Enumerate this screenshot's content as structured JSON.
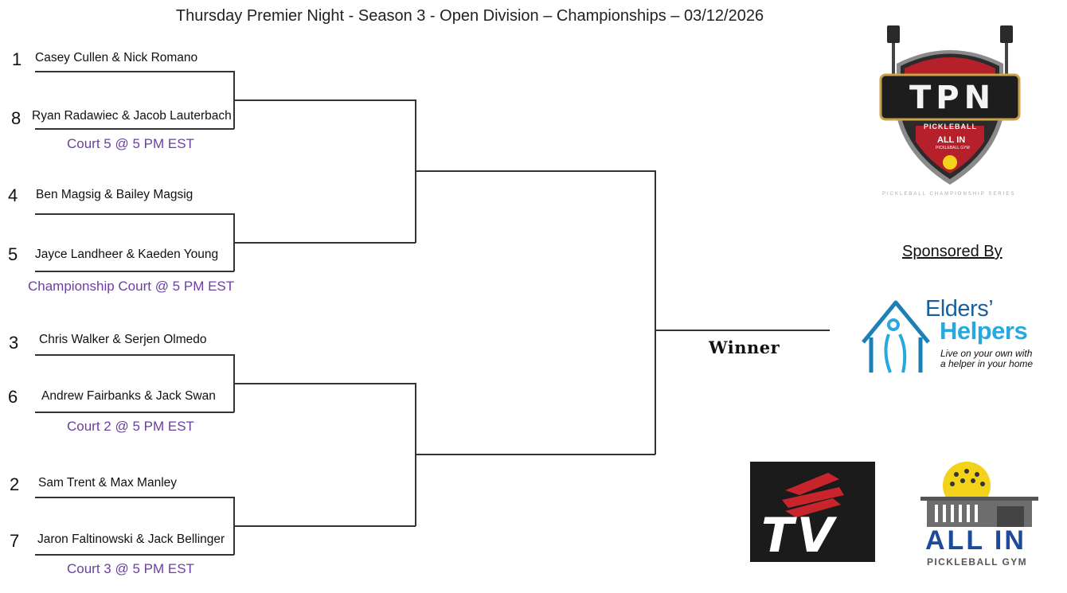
{
  "title": "Thursday Premier Night - Season 3  - Open Division – Championships – 03/12/2026",
  "matches": [
    {
      "seed_a": "1",
      "team_a": "Casey Cullen & Nick Romano",
      "seed_b": "8",
      "team_b": "Ryan Radawiec & Jacob Lauterbach",
      "court": "Court 5 @ 5 PM EST"
    },
    {
      "seed_a": "4",
      "team_a": "Ben Magsig & Bailey Magsig",
      "seed_b": "5",
      "team_b": "Jayce Landheer & Kaeden Young",
      "court": "Championship Court @ 5 PM EST"
    },
    {
      "seed_a": "3",
      "team_a": "Chris Walker & Serjen Olmedo",
      "seed_b": "6",
      "team_b": "Andrew Fairbanks & Jack Swan",
      "court": "Court 2 @ 5 PM EST"
    },
    {
      "seed_a": "2",
      "team_a": "Sam Trent & Max Manley",
      "seed_b": "7",
      "team_b": "Jaron Faltinowski & Jack Bellinger",
      "court": "Court 3 @ 5 PM EST"
    }
  ],
  "winner_label": "Winner",
  "sponsored_by": "Sponsored By",
  "logos": {
    "tpn": {
      "main": "TPN",
      "sub": "PICKLEBALL",
      "badge": "ALL IN",
      "badge_sub": "PICKLEBALL GYM",
      "footer": "PICKLEBALL CHAMPIONSHIP SERIES"
    },
    "elders_helpers": {
      "line1": "Elders’",
      "line2": "Helpers",
      "tagline1": "Live on your own with",
      "tagline2": "a helper in your home"
    },
    "selkirk_tv": {
      "text": "TV"
    },
    "all_in": {
      "text": "ALL IN",
      "sub": "PICKLEBALL GYM"
    }
  },
  "colors": {
    "court_text": "#6b3fa0",
    "eh_dark": "#1d5f9a",
    "eh_light": "#29a8e0",
    "allin_blue": "#1d4a9a",
    "tpn_red": "#b5202a"
  }
}
